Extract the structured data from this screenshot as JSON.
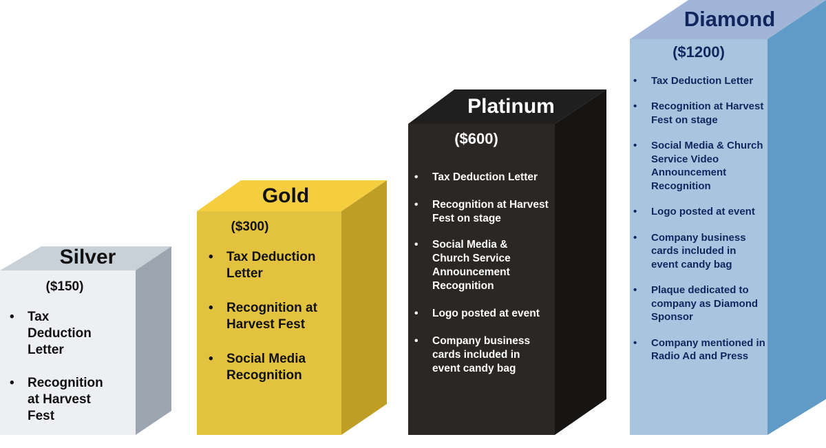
{
  "colors": {
    "silver": "#eeeff2",
    "gold": "#e2c23e",
    "platinum": "#2a2724",
    "diamond": "#a9c4df",
    "diamond_text": "#12265e"
  },
  "tiers": [
    {
      "name": "Silver",
      "price": "($150)",
      "benefits": [
        "Tax Deduction Letter",
        "Recognition at Harvest Fest"
      ]
    },
    {
      "name": "Gold",
      "price": "($300)",
      "benefits": [
        "Tax Deduction Letter",
        "Recognition at Harvest Fest",
        "Social Media Recognition"
      ]
    },
    {
      "name": "Platinum",
      "price": "($600)",
      "benefits": [
        "Tax Deduction Letter",
        "Recognition at Harvest Fest on stage",
        "Social Media & Church Service Announcement Recognition",
        "Logo posted at event",
        "Company  business cards included in event candy bag"
      ]
    },
    {
      "name": "Diamond",
      "price": "($1200)",
      "benefits": [
        "Tax Deduction Letter",
        "Recognition at Harvest Fest on stage",
        "Social Media & Church Service Video Announcement Recognition",
        "Logo posted at event",
        "Company  business cards included in event candy bag",
        "Plaque dedicated to company as Diamond Sponsor",
        "Company mentioned in Radio Ad and Press"
      ]
    }
  ]
}
